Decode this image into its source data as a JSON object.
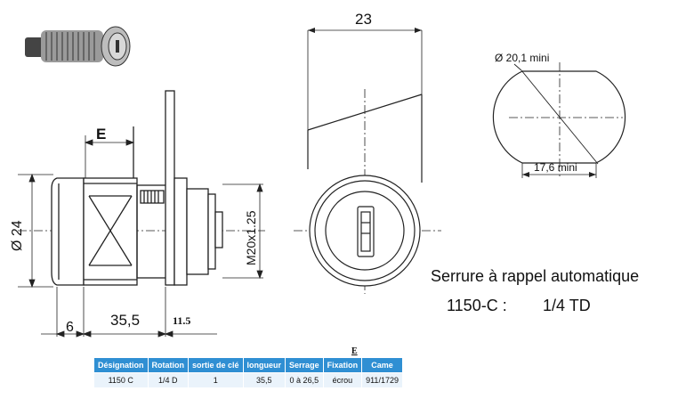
{
  "title": "Serrure à rappel automatique",
  "model": "1150-C :",
  "rotation_label": "1/4 TD",
  "dimensions": {
    "width_top": "23",
    "diameter_mini": "Ø 20,1 mini",
    "flat_mini": "17,6 mini",
    "e_label": "E",
    "diameter_24": "Ø 24",
    "thread": "M20x1.25",
    "dim_6": "6",
    "dim_35_5": "35,5",
    "dim_11_5": "11.5"
  },
  "table_marker": "E",
  "table": {
    "headers": [
      "Désignation",
      "Rotation",
      "sortie de clé",
      "longueur",
      "Serrage",
      "Fixation",
      "Came"
    ],
    "rows": [
      [
        "1150 C",
        "1/4 D",
        "1",
        "35,5",
        "0 à 26,5",
        "écrou",
        "911/1729"
      ]
    ]
  },
  "colors": {
    "header_bg": "#2f8fd3",
    "row_bg": "#eaf3fb",
    "line": "#222222"
  }
}
